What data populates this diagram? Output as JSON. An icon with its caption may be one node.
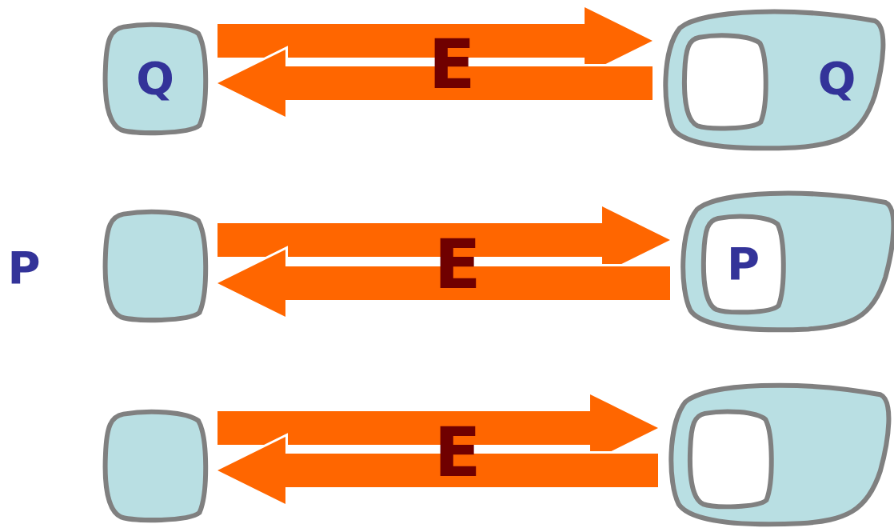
{
  "diagram": {
    "nodes": [
      {
        "text": [
          "Q"
        ]
      },
      {
        "text": [
          "Q"
        ]
      },
      {
        "text": [],
        "shape": "box",
        "in": 1
      },
      {
        "text": [],
        "shape": "box"
      },
      {
        "text": [],
        "shape": "box"
      },
      {
        "text": [
          "P"
        ],
        "in": 4
      },
      {
        "text": [],
        "shape": "box"
      },
      {
        "text": [],
        "shape": "box"
      },
      {
        "text": [],
        "shape": "box",
        "in": 7
      }
    ],
    "edges": [
      {
        "from": 0,
        "to": 1,
        "arrow": "to"
      },
      {
        "from": 1,
        "to": 0,
        "arrow": "to"
      },
      {
        "from": 3,
        "to": 4,
        "arrow": "to"
      },
      {
        "from": 4,
        "to": 3,
        "arrow": "to"
      },
      {
        "from": 6,
        "to": 7,
        "arrow": "to"
      },
      {
        "from": 7,
        "to": 6,
        "arrow": "to"
      }
    ],
    "labels": [
      "E",
      "P",
      "E",
      "E"
    ]
  }
}
